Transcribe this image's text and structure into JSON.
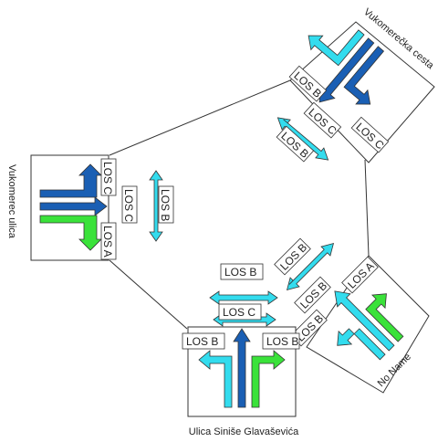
{
  "streets": {
    "west": "Vukomerec ulica",
    "northeast": "Vukomerečka cesta",
    "southeast": "No Name",
    "south": "Ulica Siniše Glavaševića"
  },
  "los": {
    "west_left": "LOS C",
    "west_right": "LOS A",
    "west_ped_c": "LOS C",
    "west_ped_b": "LOS B",
    "ne_left": "LOS B",
    "ne_through": "LOS C",
    "ne_right": "LOS C",
    "ne_ped": "LOS B",
    "se_right": "LOS A",
    "se_through": "LOS B",
    "se_left": "LOS B",
    "se_ped": "LOS B",
    "s_ped": "LOS B",
    "s_through": "LOS C",
    "s_left": "LOS B",
    "s_right": "LOS B"
  },
  "colors": {
    "dark_blue": "#1a5fb4",
    "cyan": "#33dcee",
    "green": "#3ae23a",
    "outline": "#333333"
  }
}
